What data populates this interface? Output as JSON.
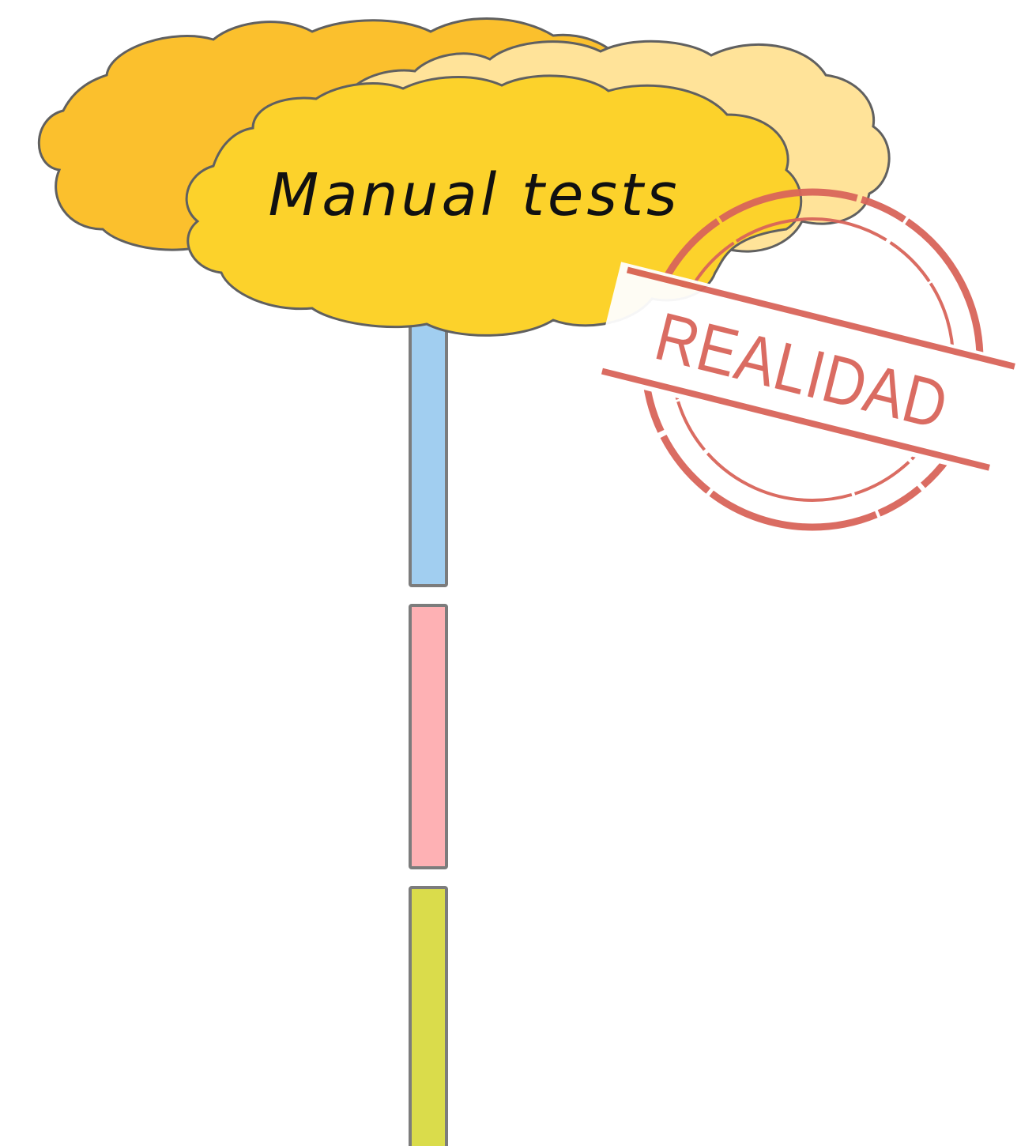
{
  "clouds": [
    {
      "role": "back-left",
      "color": "#FBC02D"
    },
    {
      "role": "back-right",
      "color": "#FFE399"
    },
    {
      "role": "front",
      "color": "#FCD22B"
    }
  ],
  "cloud_label": "Manual tests",
  "cloud_outline_color": "#606060",
  "stamp": {
    "text": "REALIDAD",
    "color": "#D9655A"
  },
  "stem_segments": [
    {
      "name": "blue",
      "color": "#A1CEF0"
    },
    {
      "name": "pink",
      "color": "#FEB1B4"
    },
    {
      "name": "olive",
      "color": "#DADC4B"
    }
  ],
  "stem_outline_color": "#7C7C7C"
}
